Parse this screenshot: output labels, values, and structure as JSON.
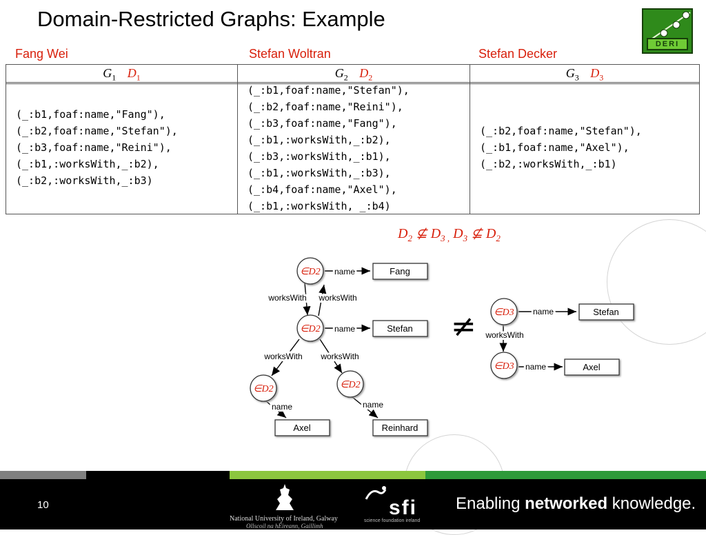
{
  "slide": {
    "title": "Domain-Restricted Graphs: Example",
    "page_number": "10"
  },
  "authors": [
    "Fang Wei",
    "Stefan Woltran",
    "Stefan Decker"
  ],
  "logo_text": "DERI",
  "table": {
    "columns": [
      {
        "graph": "G",
        "sub": "1",
        "domain": "D",
        "domain_sub": "1"
      },
      {
        "graph": "G",
        "sub": "2",
        "domain": "D",
        "domain_sub": "2"
      },
      {
        "graph": "G",
        "sub": "3",
        "domain": "D",
        "domain_sub": "3"
      }
    ],
    "g1_triples": "(_:b1,foaf:name,\"Fang\"),\n(_:b2,foaf:name,\"Stefan\"),\n(_:b3,foaf:name,\"Reini\"),\n(_:b1,:worksWith,_:b2),\n(_:b2,:worksWith,_:b3)",
    "g2_triples": "(_:b1,foaf:name,\"Stefan\"),\n(_:b2,foaf:name,\"Reini\"),\n(_:b3,foaf:name,\"Fang\"),\n(_:b1,:worksWith,_:b2),\n(_:b3,:worksWith,_:b1),\n(_:b1,:worksWith,_:b3),\n(_:b4,foaf:name,\"Axel\"),\n(_:b1,:worksWith, _:b4)",
    "g3_triples": "(_:b2,foaf:name,\"Stefan\"),\n(_:b1,foaf:name,\"Axel\"),\n(_:b2,:worksWith,_:b1)"
  },
  "inequality": {
    "a": "D",
    "a_sub": "2",
    "op1": "⊈",
    "b": "D",
    "b_sub": "3 ,",
    "c": "D",
    "c_sub": "3",
    "op2": "⊈",
    "d": "D",
    "d_sub": "2"
  },
  "graph_left": {
    "nodes": [
      "∈D2",
      "∈D2",
      "∈D2",
      "∈D2"
    ],
    "labels": [
      "Fang",
      "Stefan",
      "Axel",
      "Reinhard"
    ],
    "edge_name": "name",
    "edge_works": "worksWith"
  },
  "not_equal_symbol": "≠",
  "graph_right": {
    "nodes": [
      "∈D3",
      "∈D3"
    ],
    "labels": [
      "Stefan",
      "Axel"
    ],
    "edge_name": "name",
    "edge_works": "worksWith"
  },
  "footer": {
    "university": "National University of Ireland, Galway",
    "university_irish": "Ollscoil na hÉireann, Gaillimh",
    "sfi": "sfi",
    "sfi_sub": "science foundation ireland",
    "tagline_pre": "Enabling ",
    "tagline_bold": "networked",
    "tagline_post": " knowledge."
  },
  "colors": {
    "accent_red": "#d8200c",
    "green": "#8cc63e",
    "grey": "#808080"
  }
}
